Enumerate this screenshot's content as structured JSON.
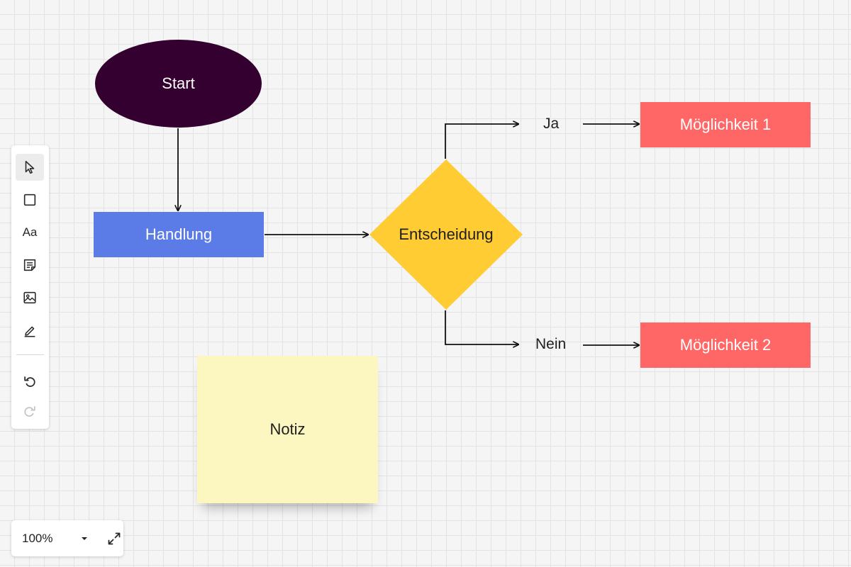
{
  "colors": {
    "canvas_background": "#f5f5f5",
    "grid_line": "#e3e3e3",
    "start_fill": "#33002f",
    "action_fill": "#5b7be6",
    "decision_fill": "#ffcc33",
    "option_fill": "#ff6666",
    "note_fill": "#fcf7c0",
    "connector": "#111111",
    "light_text": "#ffffff",
    "dark_text": "#1f1f1f"
  },
  "flowchart": {
    "start": {
      "label": "Start"
    },
    "action": {
      "label": "Handlung"
    },
    "decision": {
      "label": "Entscheidung"
    },
    "branch_yes": {
      "label": "Ja"
    },
    "branch_no": {
      "label": "Nein"
    },
    "option_1": {
      "label": "Möglichkeit 1"
    },
    "option_2": {
      "label": "Möglichkeit 2"
    },
    "note": {
      "label": "Notiz"
    }
  },
  "toolbar": {
    "tools": [
      {
        "id": "select",
        "icon": "cursor-arrow-icon",
        "active": true
      },
      {
        "id": "shape",
        "icon": "square-icon",
        "active": false
      },
      {
        "id": "text",
        "icon": "text-icon",
        "glyph": "Aa",
        "active": false
      },
      {
        "id": "sticky-note",
        "icon": "sticky-note-icon",
        "active": false
      },
      {
        "id": "image",
        "icon": "image-icon",
        "active": false
      },
      {
        "id": "pen",
        "icon": "pen-icon",
        "active": false
      },
      {
        "id": "undo",
        "icon": "undo-icon",
        "enabled": true
      },
      {
        "id": "redo",
        "icon": "redo-icon",
        "enabled": false
      }
    ]
  },
  "zoom": {
    "value": "100%",
    "dropdown_icon": "chevron-down-icon",
    "fullscreen_icon": "fullscreen-icon"
  }
}
